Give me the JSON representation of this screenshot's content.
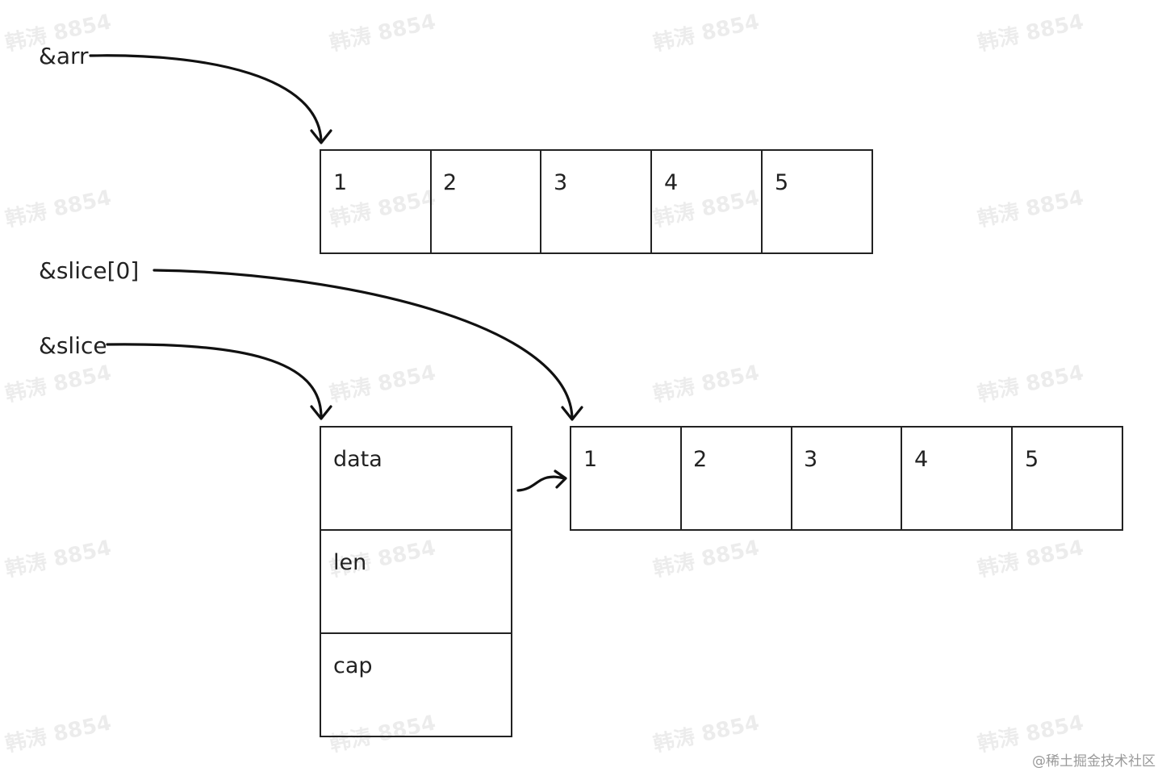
{
  "labels": {
    "arr_ptr": "&arr",
    "slice0_ptr": "&slice[0]",
    "slice_ptr": "&slice"
  },
  "array_top": [
    "1",
    "2",
    "3",
    "4",
    "5"
  ],
  "slice_header": [
    "data",
    "len",
    "cap"
  ],
  "array_bottom": [
    "1",
    "2",
    "3",
    "4",
    "5"
  ],
  "watermark": "韩涛 8854",
  "footer": "@稀土掘金技术社区"
}
